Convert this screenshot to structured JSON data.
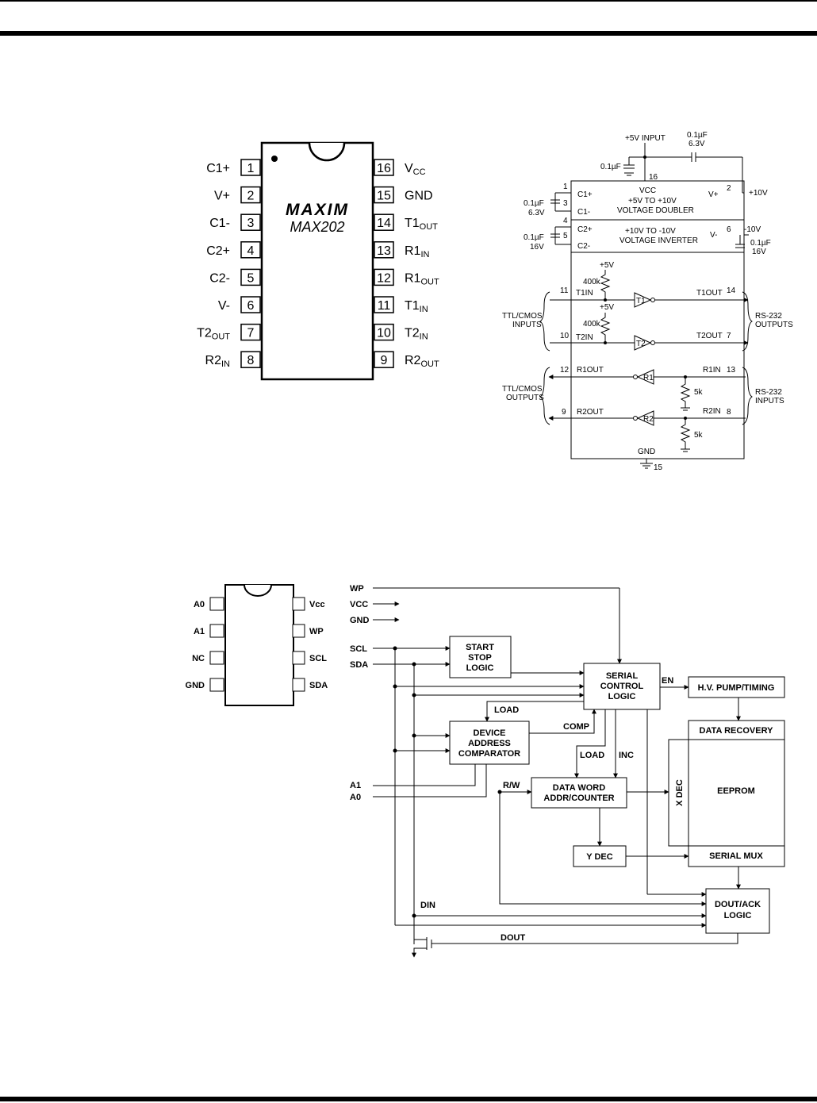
{
  "max202": {
    "logo": "MAXIM",
    "part": "MAX202",
    "left_pins": [
      {
        "num": "1",
        "label": "C1+"
      },
      {
        "num": "2",
        "label": "V+"
      },
      {
        "num": "3",
        "label": "C1-"
      },
      {
        "num": "4",
        "label": "C2+"
      },
      {
        "num": "5",
        "label": "C2-"
      },
      {
        "num": "6",
        "label": "V-"
      },
      {
        "num": "7",
        "label": "T2",
        "sub": "OUT"
      },
      {
        "num": "8",
        "label": "R2",
        "sub": "IN"
      }
    ],
    "right_pins": [
      {
        "num": "16",
        "label": "V",
        "sub": "CC"
      },
      {
        "num": "15",
        "label": "GND"
      },
      {
        "num": "14",
        "label": "T1",
        "sub": "OUT"
      },
      {
        "num": "13",
        "label": "R1",
        "sub": "IN"
      },
      {
        "num": "12",
        "label": "R1",
        "sub": "OUT"
      },
      {
        "num": "11",
        "label": "T1",
        "sub": "IN"
      },
      {
        "num": "10",
        "label": "T2",
        "sub": "IN"
      },
      {
        "num": "9",
        "label": "R2",
        "sub": "OUT"
      }
    ]
  },
  "circuit": {
    "input": "+5V INPUT",
    "cap_top": [
      "0.1µF",
      "6.3V"
    ],
    "cap_16": "0.1µF",
    "pin16": "16",
    "pin2": "2",
    "plus10": "+10V",
    "pin1": "1",
    "pin3": "3",
    "pin4": "4",
    "pin5": "5",
    "pin6": "6",
    "c1p": "C1+",
    "c1m": "C1-",
    "c2p": "C2+",
    "c2m": "C2-",
    "vplus": "V+",
    "vminus": "V-",
    "vcc": "VCC",
    "doubler": [
      "+5V TO +10V",
      "VOLTAGE DOUBLER"
    ],
    "inverter": [
      "+10V TO -10V",
      "VOLTAGE INVERTER"
    ],
    "cap_c1": [
      "0.1µF",
      "6.3V"
    ],
    "cap_c2": [
      "0.1µF",
      "16V"
    ],
    "minus10": "-10V",
    "cap_v": [
      "0.1µF",
      "16V"
    ],
    "plus5": "+5V",
    "r400k": "400k",
    "t1in": "T1IN",
    "t2in": "T2IN",
    "t1": "T1",
    "t2": "T2",
    "t1out": "T1OUT",
    "t2out": "T2OUT",
    "pin11": "11",
    "pin10": "10",
    "pin14": "14",
    "pin7": "7",
    "ttl_in": [
      "TTL/CMOS",
      "INPUTS"
    ],
    "rs232_out": [
      "RS-232",
      "OUTPUTS"
    ],
    "r1out": "R1OUT",
    "r2out": "R2OUT",
    "r1in": "R1IN",
    "r2in": "R2IN",
    "r1": "R1",
    "r2": "R2",
    "pin12": "12",
    "pin9": "9",
    "pin13": "13",
    "pin8": "8",
    "r5k": "5k",
    "ttl_out": [
      "TTL/CMOS",
      "OUTPUTS"
    ],
    "rs232_in": [
      "RS-232",
      "INPUTS"
    ],
    "gnd": "GND",
    "pin15": "15"
  },
  "eeprom_pins": {
    "left": [
      "A0",
      "A1",
      "NC",
      "GND"
    ],
    "right": [
      "Vcc",
      "WP",
      "SCL",
      "SDA"
    ]
  },
  "block": {
    "signals": [
      "WP",
      "VCC",
      "GND",
      "SCL",
      "SDA"
    ],
    "a1": "A1",
    "a0": "A0",
    "start_stop": [
      "START",
      "STOP",
      "LOGIC"
    ],
    "serial_control": [
      "SERIAL",
      "CONTROL",
      "LOGIC"
    ],
    "en": "EN",
    "hv": "H.V. PUMP/TIMING",
    "load1": "LOAD",
    "comp": "COMP",
    "device_addr": [
      "DEVICE",
      "ADDRESS",
      "COMPARATOR"
    ],
    "load2": "LOAD",
    "inc": "INC",
    "rw": "R/W",
    "data_word": [
      "DATA WORD",
      "ADDR/COUNTER"
    ],
    "xdec": "X DEC",
    "data_recovery": "DATA RECOVERY",
    "eeprom": "EEPROM",
    "serial_mux": "SERIAL MUX",
    "ydec": "Y DEC",
    "din": "DIN",
    "dout": "DOUT",
    "dout_ack": [
      "DOUT/ACK",
      "LOGIC"
    ]
  }
}
